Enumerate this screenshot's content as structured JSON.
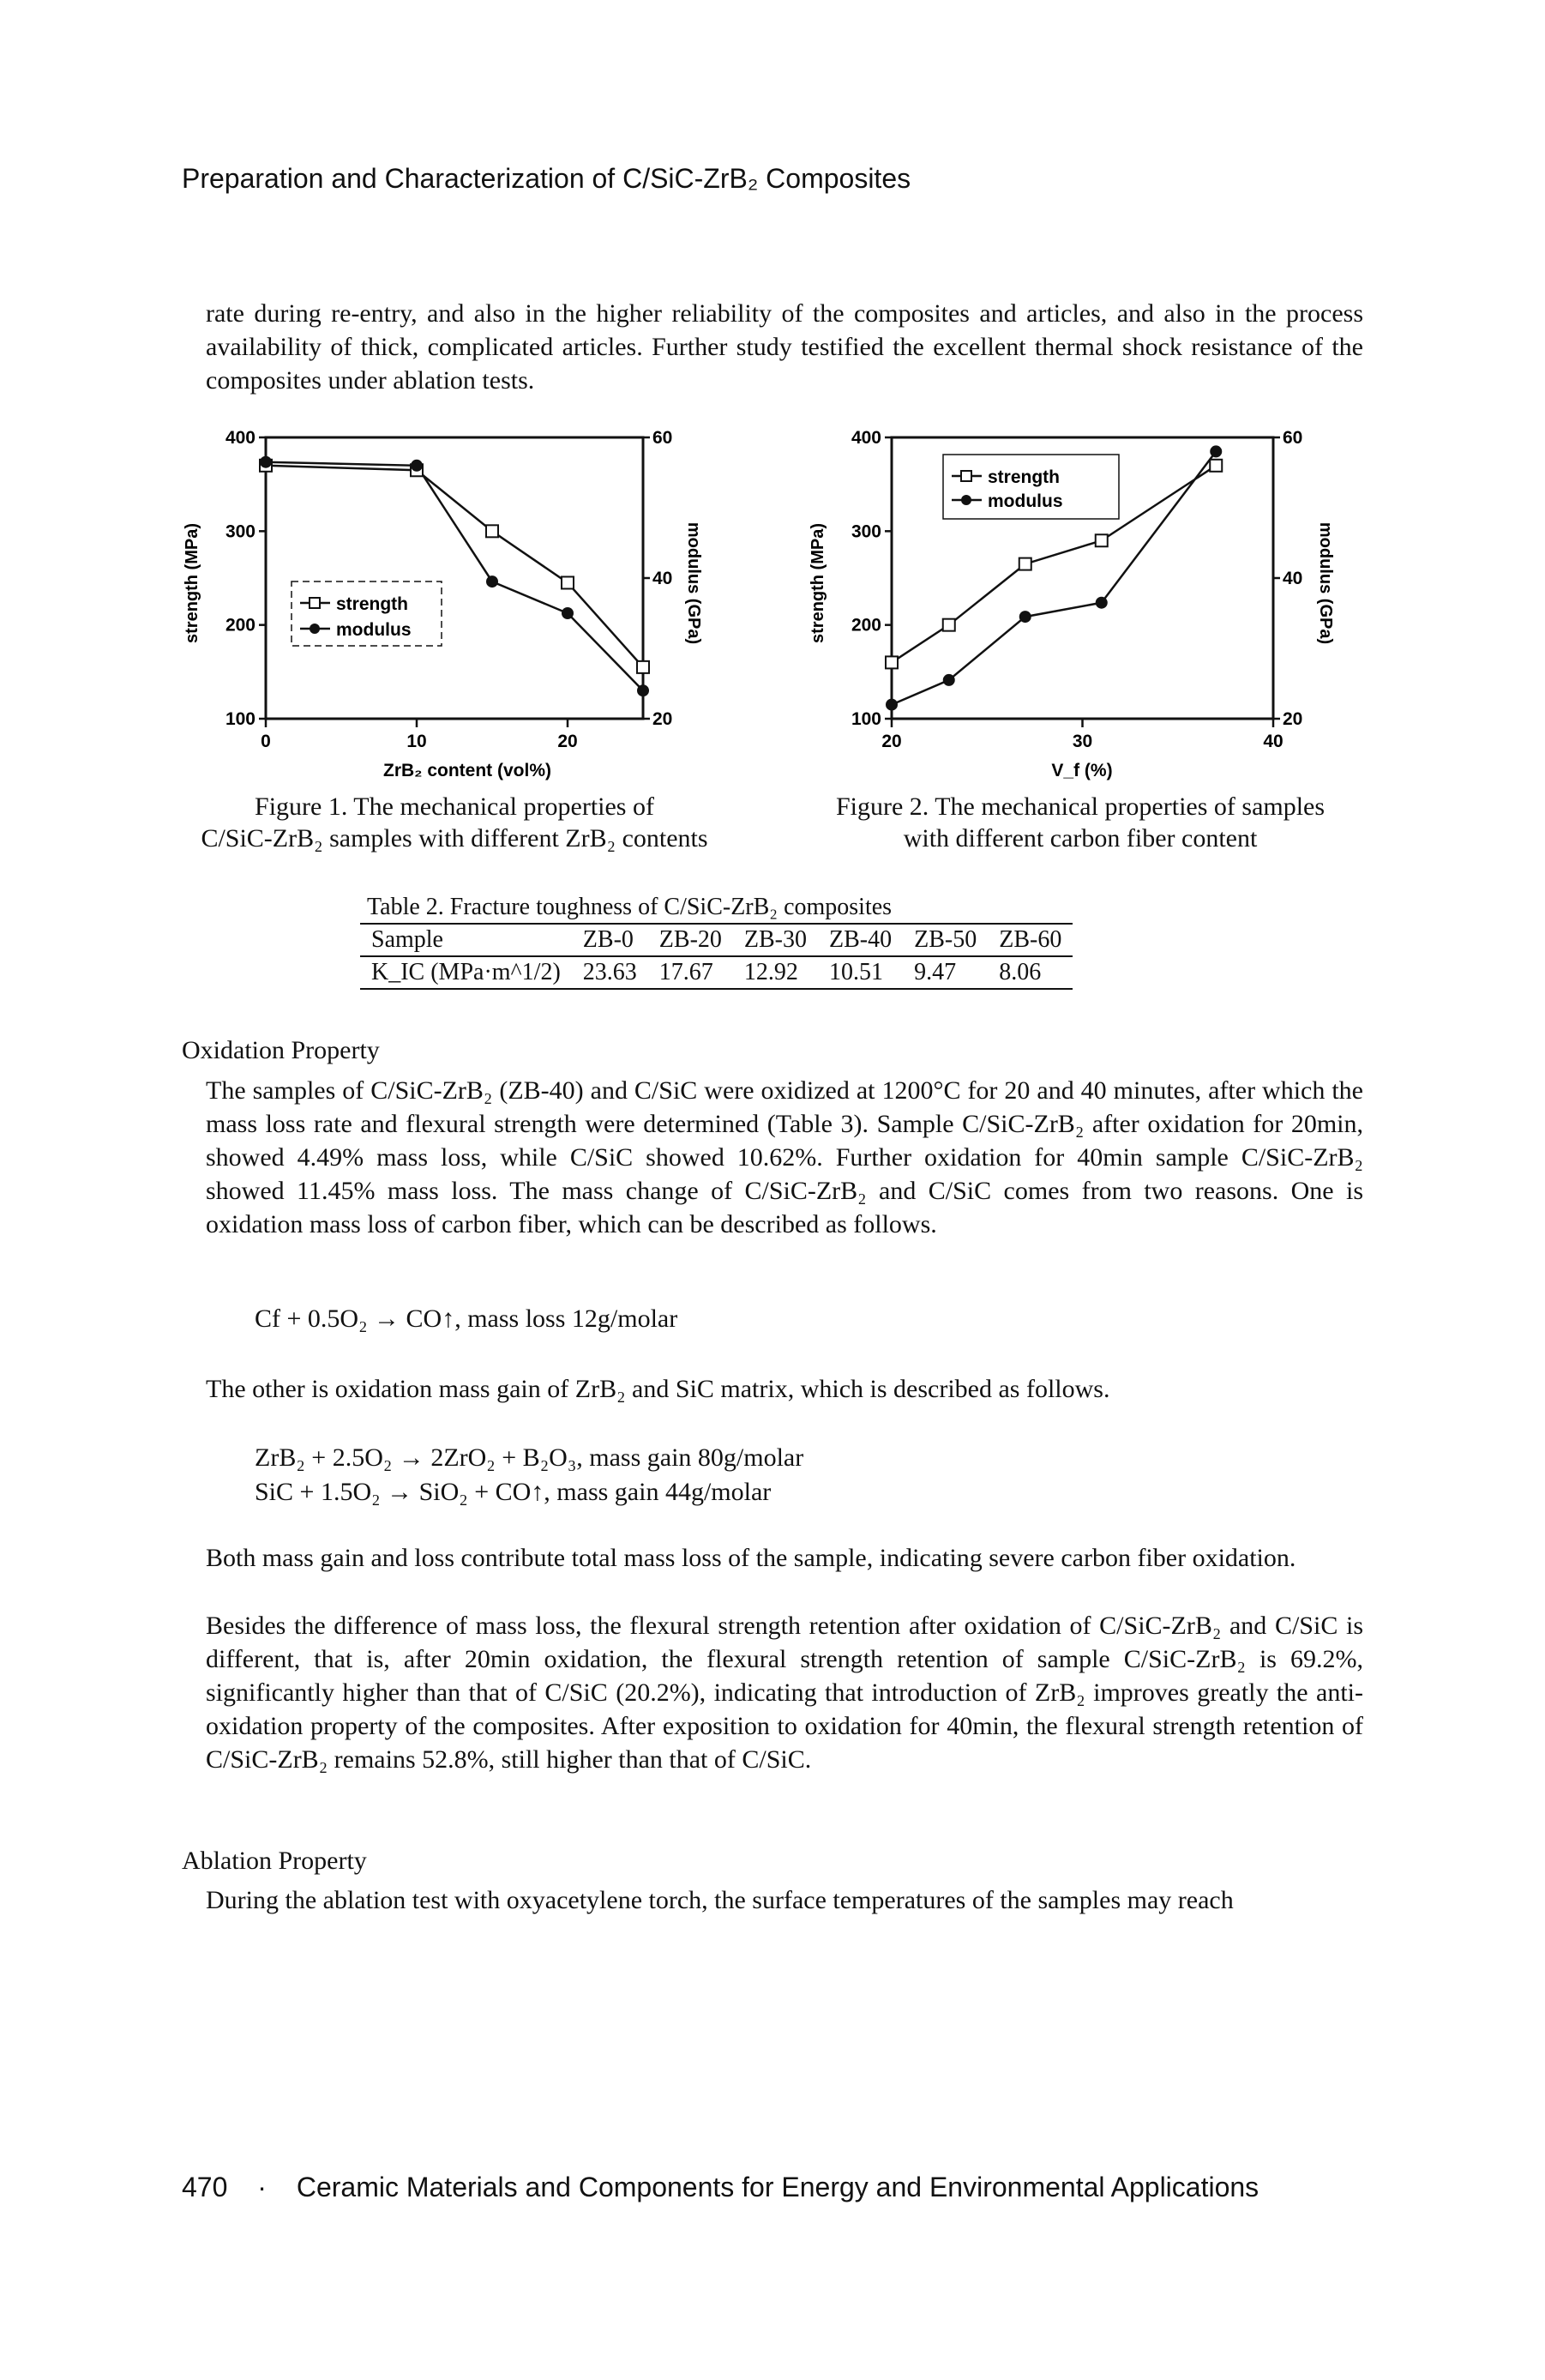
{
  "running_head": "Preparation and Characterization of C/SiC-ZrB₂ Composites",
  "intro_paragraph": "rate during re-entry, and also in the higher reliability of the composites and articles, and also in the process availability of thick, complicated articles. Further study testified the excellent thermal shock resistance of the composites under ablation tests.",
  "figure1": {
    "caption_line1": "Figure 1. The mechanical properties of",
    "caption_line2": "C/SiC-ZrB₂ samples with different ZrB₂ contents"
  },
  "figure2": {
    "caption_line1": "Figure 2. The mechanical properties of samples",
    "caption_line2": "with different carbon fiber content"
  },
  "chart_data": [
    {
      "type": "line",
      "xlabel": "ZrB₂ content (vol%)",
      "ylabel": "strength (MPa)",
      "y2label": "modulus (GPa)",
      "xlim": [
        0,
        25
      ],
      "ylim": [
        100,
        400
      ],
      "y2lim": [
        20,
        60
      ],
      "x_ticks": [
        "0",
        "10",
        "20"
      ],
      "y_ticks": [
        "100",
        "200",
        "300",
        "400"
      ],
      "y2_ticks": [
        "20",
        "40",
        "60"
      ],
      "legend": [
        "strength",
        "modulus"
      ],
      "legend_position": "lower-left",
      "series": [
        {
          "name": "strength",
          "marker": "open-square",
          "x": [
            0,
            10,
            15,
            20,
            25
          ],
          "y": [
            370,
            365,
            300,
            245,
            155
          ]
        },
        {
          "name": "modulus",
          "marker": "filled-circle",
          "axis": "y2",
          "x": [
            0,
            10,
            15,
            20,
            25
          ],
          "y": [
            56.5,
            56,
            39.5,
            35,
            24
          ]
        }
      ]
    },
    {
      "type": "line",
      "xlabel": "V_f (%)",
      "ylabel": "strength (MPa)",
      "y2label": "modulus (GPa)",
      "xlim": [
        20,
        40
      ],
      "ylim": [
        100,
        400
      ],
      "y2lim": [
        20,
        60
      ],
      "x_ticks": [
        "20",
        "30",
        "40"
      ],
      "y_ticks": [
        "100",
        "200",
        "300",
        "400"
      ],
      "y2_ticks": [
        "20",
        "40",
        "60"
      ],
      "legend": [
        "strength",
        "modulus"
      ],
      "legend_position": "top-left",
      "series": [
        {
          "name": "strength",
          "marker": "open-square",
          "x": [
            20,
            23,
            27,
            31,
            37
          ],
          "y": [
            160,
            200,
            265,
            290,
            370
          ]
        },
        {
          "name": "modulus",
          "marker": "filled-circle",
          "axis": "y2",
          "x": [
            20,
            23,
            27,
            31,
            37
          ],
          "y": [
            22,
            25.5,
            34.5,
            36.5,
            58
          ]
        }
      ]
    }
  ],
  "table2": {
    "caption": "Table 2. Fracture toughness of C/SiC-ZrB₂ composites",
    "headers": [
      "Sample",
      "ZB-0",
      "ZB-20",
      "ZB-30",
      "ZB-40",
      "ZB-50",
      "ZB-60"
    ],
    "row_label": "K_IC (MPa·m^1/2)",
    "values": [
      "23.63",
      "17.67",
      "12.92",
      "10.51",
      "9.47",
      "8.06"
    ]
  },
  "oxidation": {
    "heading": "Oxidation Property",
    "para1": "The samples of C/SiC-ZrB₂ (ZB-40) and C/SiC were oxidized at 1200°C for 20 and 40 minutes, after which the mass loss rate and flexural strength were determined (Table 3). Sample C/SiC-ZrB₂ after oxidation for 20min, showed 4.49% mass loss, while C/SiC showed 10.62%. Further oxidation for 40min sample C/SiC-ZrB₂ showed 11.45% mass loss. The mass change of C/SiC-ZrB₂ and C/SiC comes from two reasons. One is oxidation mass loss of carbon fiber, which can be described as follows.",
    "eq1": "Cf + 0.5O₂ → CO↑, mass loss 12g/molar",
    "para2": "The other is oxidation mass gain of ZrB₂ and SiC matrix, which is described as follows.",
    "eq2": "ZrB₂ + 2.5O₂ → 2ZrO₂ + B₂O₃, mass gain 80g/molar",
    "eq3": "SiC + 1.5O₂ → SiO₂ + CO↑, mass gain 44g/molar",
    "para3": "Both mass gain and loss contribute total mass loss of the sample, indicating severe carbon fiber oxidation.",
    "para4": "Besides the difference of mass loss, the flexural strength retention after oxidation of C/SiC-ZrB₂ and C/SiC is different, that is, after 20min oxidation, the flexural strength retention of sample C/SiC-ZrB₂ is 69.2%, significantly higher than that of C/SiC (20.2%), indicating that introduction of ZrB₂ improves greatly the anti-oxidation property of the composites. After exposition to oxidation for 40min, the flexural strength retention of C/SiC-ZrB₂ remains 52.8%, still higher than that of C/SiC."
  },
  "ablation": {
    "heading": "Ablation Property",
    "para1": "During the ablation test with oxyacetylene torch, the surface temperatures of the samples may reach"
  },
  "footer": {
    "page_number": "470",
    "separator": "·",
    "book_title": "Ceramic Materials and Components for Energy and Environmental Applications"
  }
}
